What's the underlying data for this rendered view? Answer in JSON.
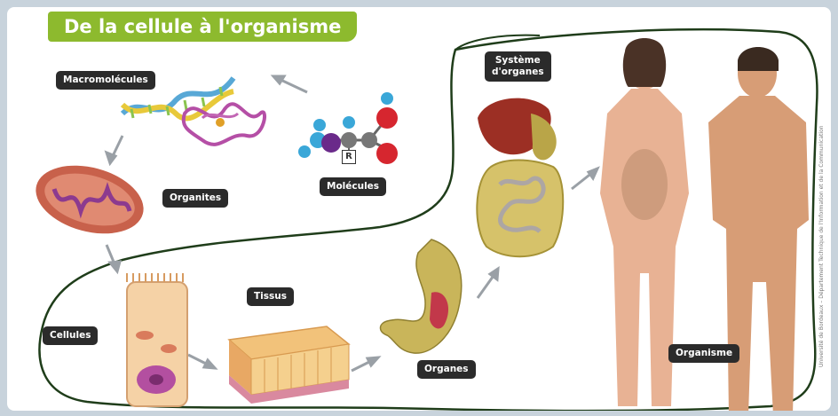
{
  "title": "De la cellule à l'organisme",
  "labels": {
    "macromolecules": "Macromolécules",
    "organites": "Organites",
    "molecules": "Molécules",
    "cellules": "Cellules",
    "tissus": "Tissus",
    "organes": "Organes",
    "systeme_line1": "Système",
    "systeme_line2": "d'organes",
    "organisme": "Organisme",
    "r_group": "R"
  },
  "credit": "Université de Bordeaux – Département Technique de l'Information et de la Communication",
  "colors": {
    "title_bg": "#8dba2e",
    "label_bg": "#2b2b2b",
    "outline": "#1f3d1a",
    "arrow": "#9aa0a6"
  }
}
